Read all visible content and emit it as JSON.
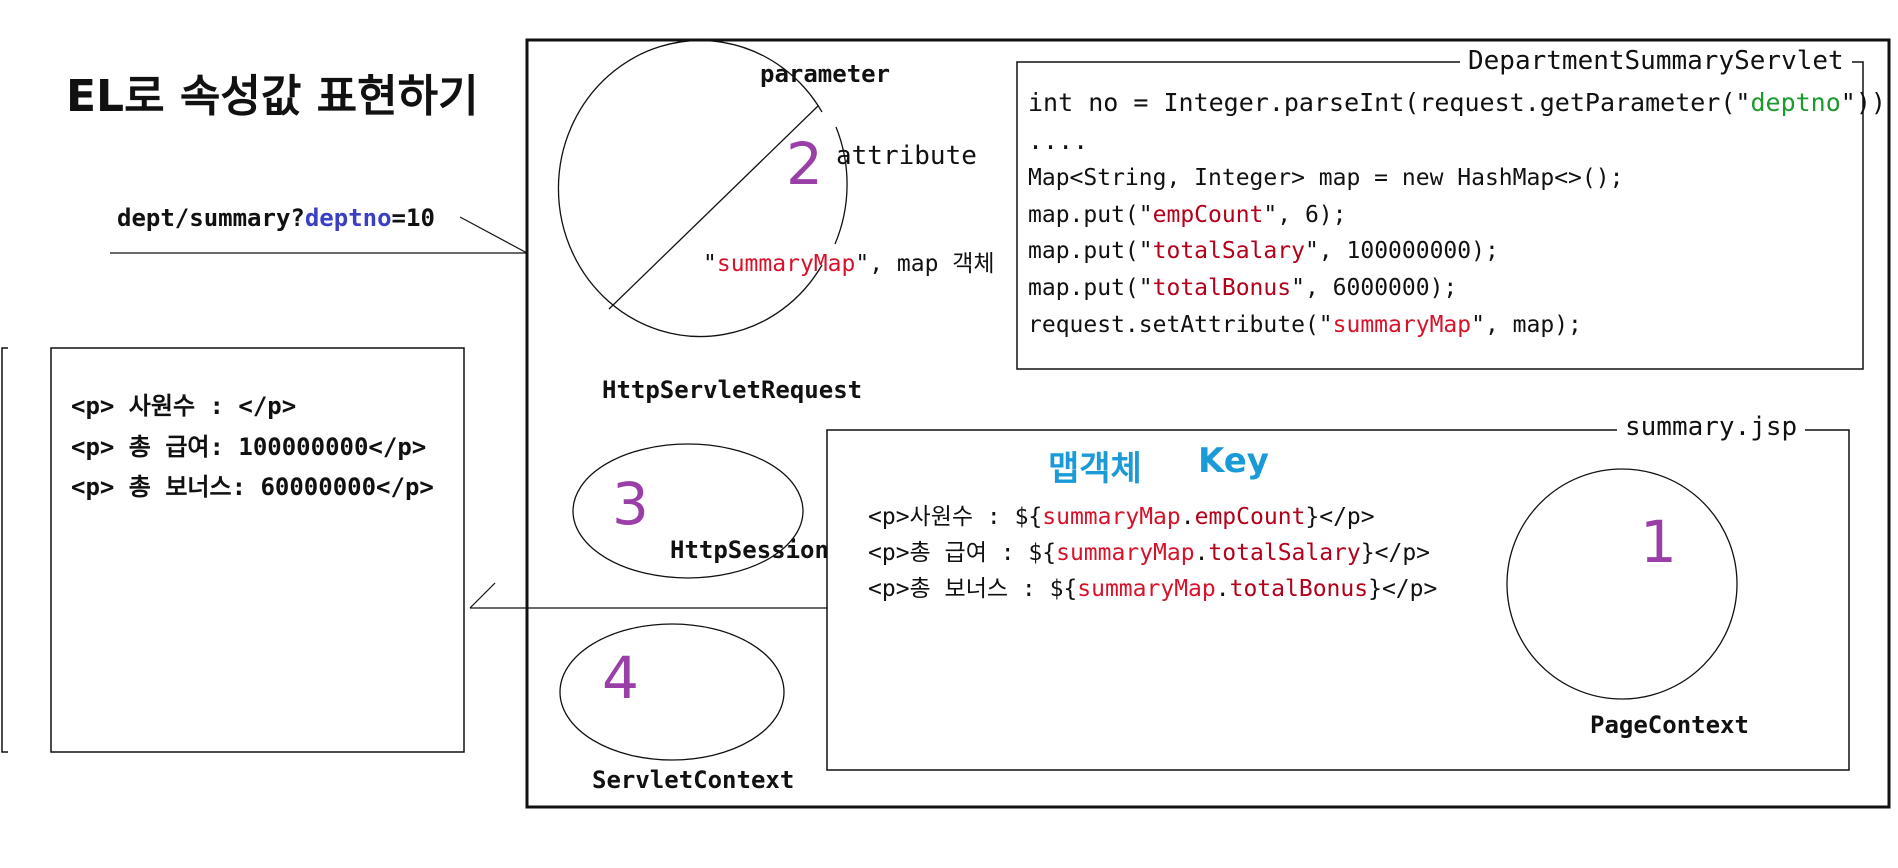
{
  "title": "EL로 속성값 표현하기",
  "url": {
    "path": "dept/summary?",
    "param_name": "deptno",
    "param_value": "=10"
  },
  "request": {
    "label": "HttpServletRequest",
    "number": "2",
    "parameter": "parameter",
    "attribute": "attribute",
    "map_label": {
      "q1": "\"",
      "key": "summaryMap",
      "q2": "\", map 객체"
    }
  },
  "session": {
    "label": "HttpSession",
    "number": "3"
  },
  "servlet_context": {
    "label": "ServletContext",
    "number": "4"
  },
  "page_context": {
    "label": "PageContext",
    "number": "1"
  },
  "servlet": {
    "title": "DepartmentSummaryServlet",
    "line1": {
      "a": "int no = Integer.parseInt(request.getParameter(\"",
      "b": "deptno",
      "c": "\"))"
    },
    "line2": "....",
    "line3": "Map<String, Integer> map = new HashMap<>();",
    "line4": {
      "a": "map.put(\"",
      "b": "empCount",
      "c": "\", 6);"
    },
    "line5": {
      "a": "map.put(\"",
      "b": "totalSalary",
      "c": "\", 100000000);"
    },
    "line6": {
      "a": "map.put(\"",
      "b": "totalBonus",
      "c": "\", 6000000);"
    },
    "line7": {
      "a": "request.setAttribute(\"",
      "b": "summaryMap",
      "c": "\", map);"
    }
  },
  "jsp": {
    "title": "summary.jsp",
    "map_object": "맵객체",
    "key": "Key",
    "line1": {
      "a": "<p>사원수 : ${",
      "b": "summaryMap",
      "c": ".",
      "d": "empCount",
      "e": "}</p>"
    },
    "line2": {
      "a": "<p>총 급여 : ${",
      "b": "summaryMap",
      "c": ".",
      "d": "totalSalary",
      "e": "}</p>"
    },
    "line3": {
      "a": "<p>총 보너스 : ${",
      "b": "summaryMap",
      "c": ".",
      "d": "totalBonus",
      "e": "}</p>"
    }
  },
  "output": {
    "line1": "<p> 사원수 : </p>",
    "line2": "<p> 총 급여: 100000000</p>",
    "line3": "<p> 총 보너스: 60000000</p>"
  },
  "colors": {
    "number": "#9a3fa8",
    "key_text": "#1a9ad6",
    "highlight": "#d8122a",
    "string_green": "#1c9a2c",
    "param_blue": "#3a3fc4"
  }
}
